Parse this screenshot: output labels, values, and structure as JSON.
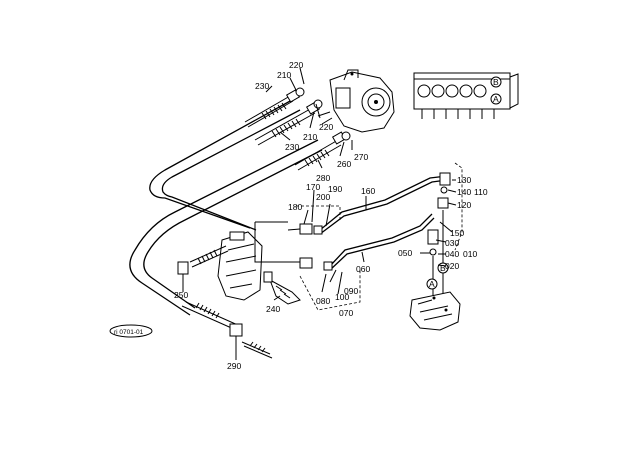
{
  "diagram": {
    "callouts": [
      {
        "id": "c230a",
        "text": "230"
      },
      {
        "id": "c210a",
        "text": "210"
      },
      {
        "id": "c220a",
        "text": "220"
      },
      {
        "id": "c220b",
        "text": "220"
      },
      {
        "id": "c210b",
        "text": "210"
      },
      {
        "id": "c230b",
        "text": "230"
      },
      {
        "id": "c260",
        "text": "260"
      },
      {
        "id": "c270",
        "text": "270"
      },
      {
        "id": "c280",
        "text": "280"
      },
      {
        "id": "c170",
        "text": "170"
      },
      {
        "id": "c190",
        "text": "190"
      },
      {
        "id": "c200",
        "text": "200"
      },
      {
        "id": "c160",
        "text": "160"
      },
      {
        "id": "c180",
        "text": "180"
      },
      {
        "id": "c130",
        "text": "130"
      },
      {
        "id": "c140",
        "text": "140"
      },
      {
        "id": "c110",
        "text": "110"
      },
      {
        "id": "c120",
        "text": "120"
      },
      {
        "id": "c150",
        "text": "150"
      },
      {
        "id": "c030",
        "text": "030"
      },
      {
        "id": "c050",
        "text": "050"
      },
      {
        "id": "c040",
        "text": "040"
      },
      {
        "id": "c010",
        "text": "010"
      },
      {
        "id": "c020",
        "text": "020"
      },
      {
        "id": "c060",
        "text": "060"
      },
      {
        "id": "c090",
        "text": "090"
      },
      {
        "id": "c080",
        "text": "080"
      },
      {
        "id": "c100",
        "text": "100"
      },
      {
        "id": "c070",
        "text": "070"
      },
      {
        "id": "c250",
        "text": "250"
      },
      {
        "id": "c240",
        "text": "240"
      },
      {
        "id": "c290",
        "text": "290"
      }
    ],
    "port_markers": {
      "a": "A",
      "b": "B"
    },
    "valve_bank_markers": {
      "b": "B",
      "a": "A"
    },
    "drawing_code": "ri 0701-01"
  }
}
